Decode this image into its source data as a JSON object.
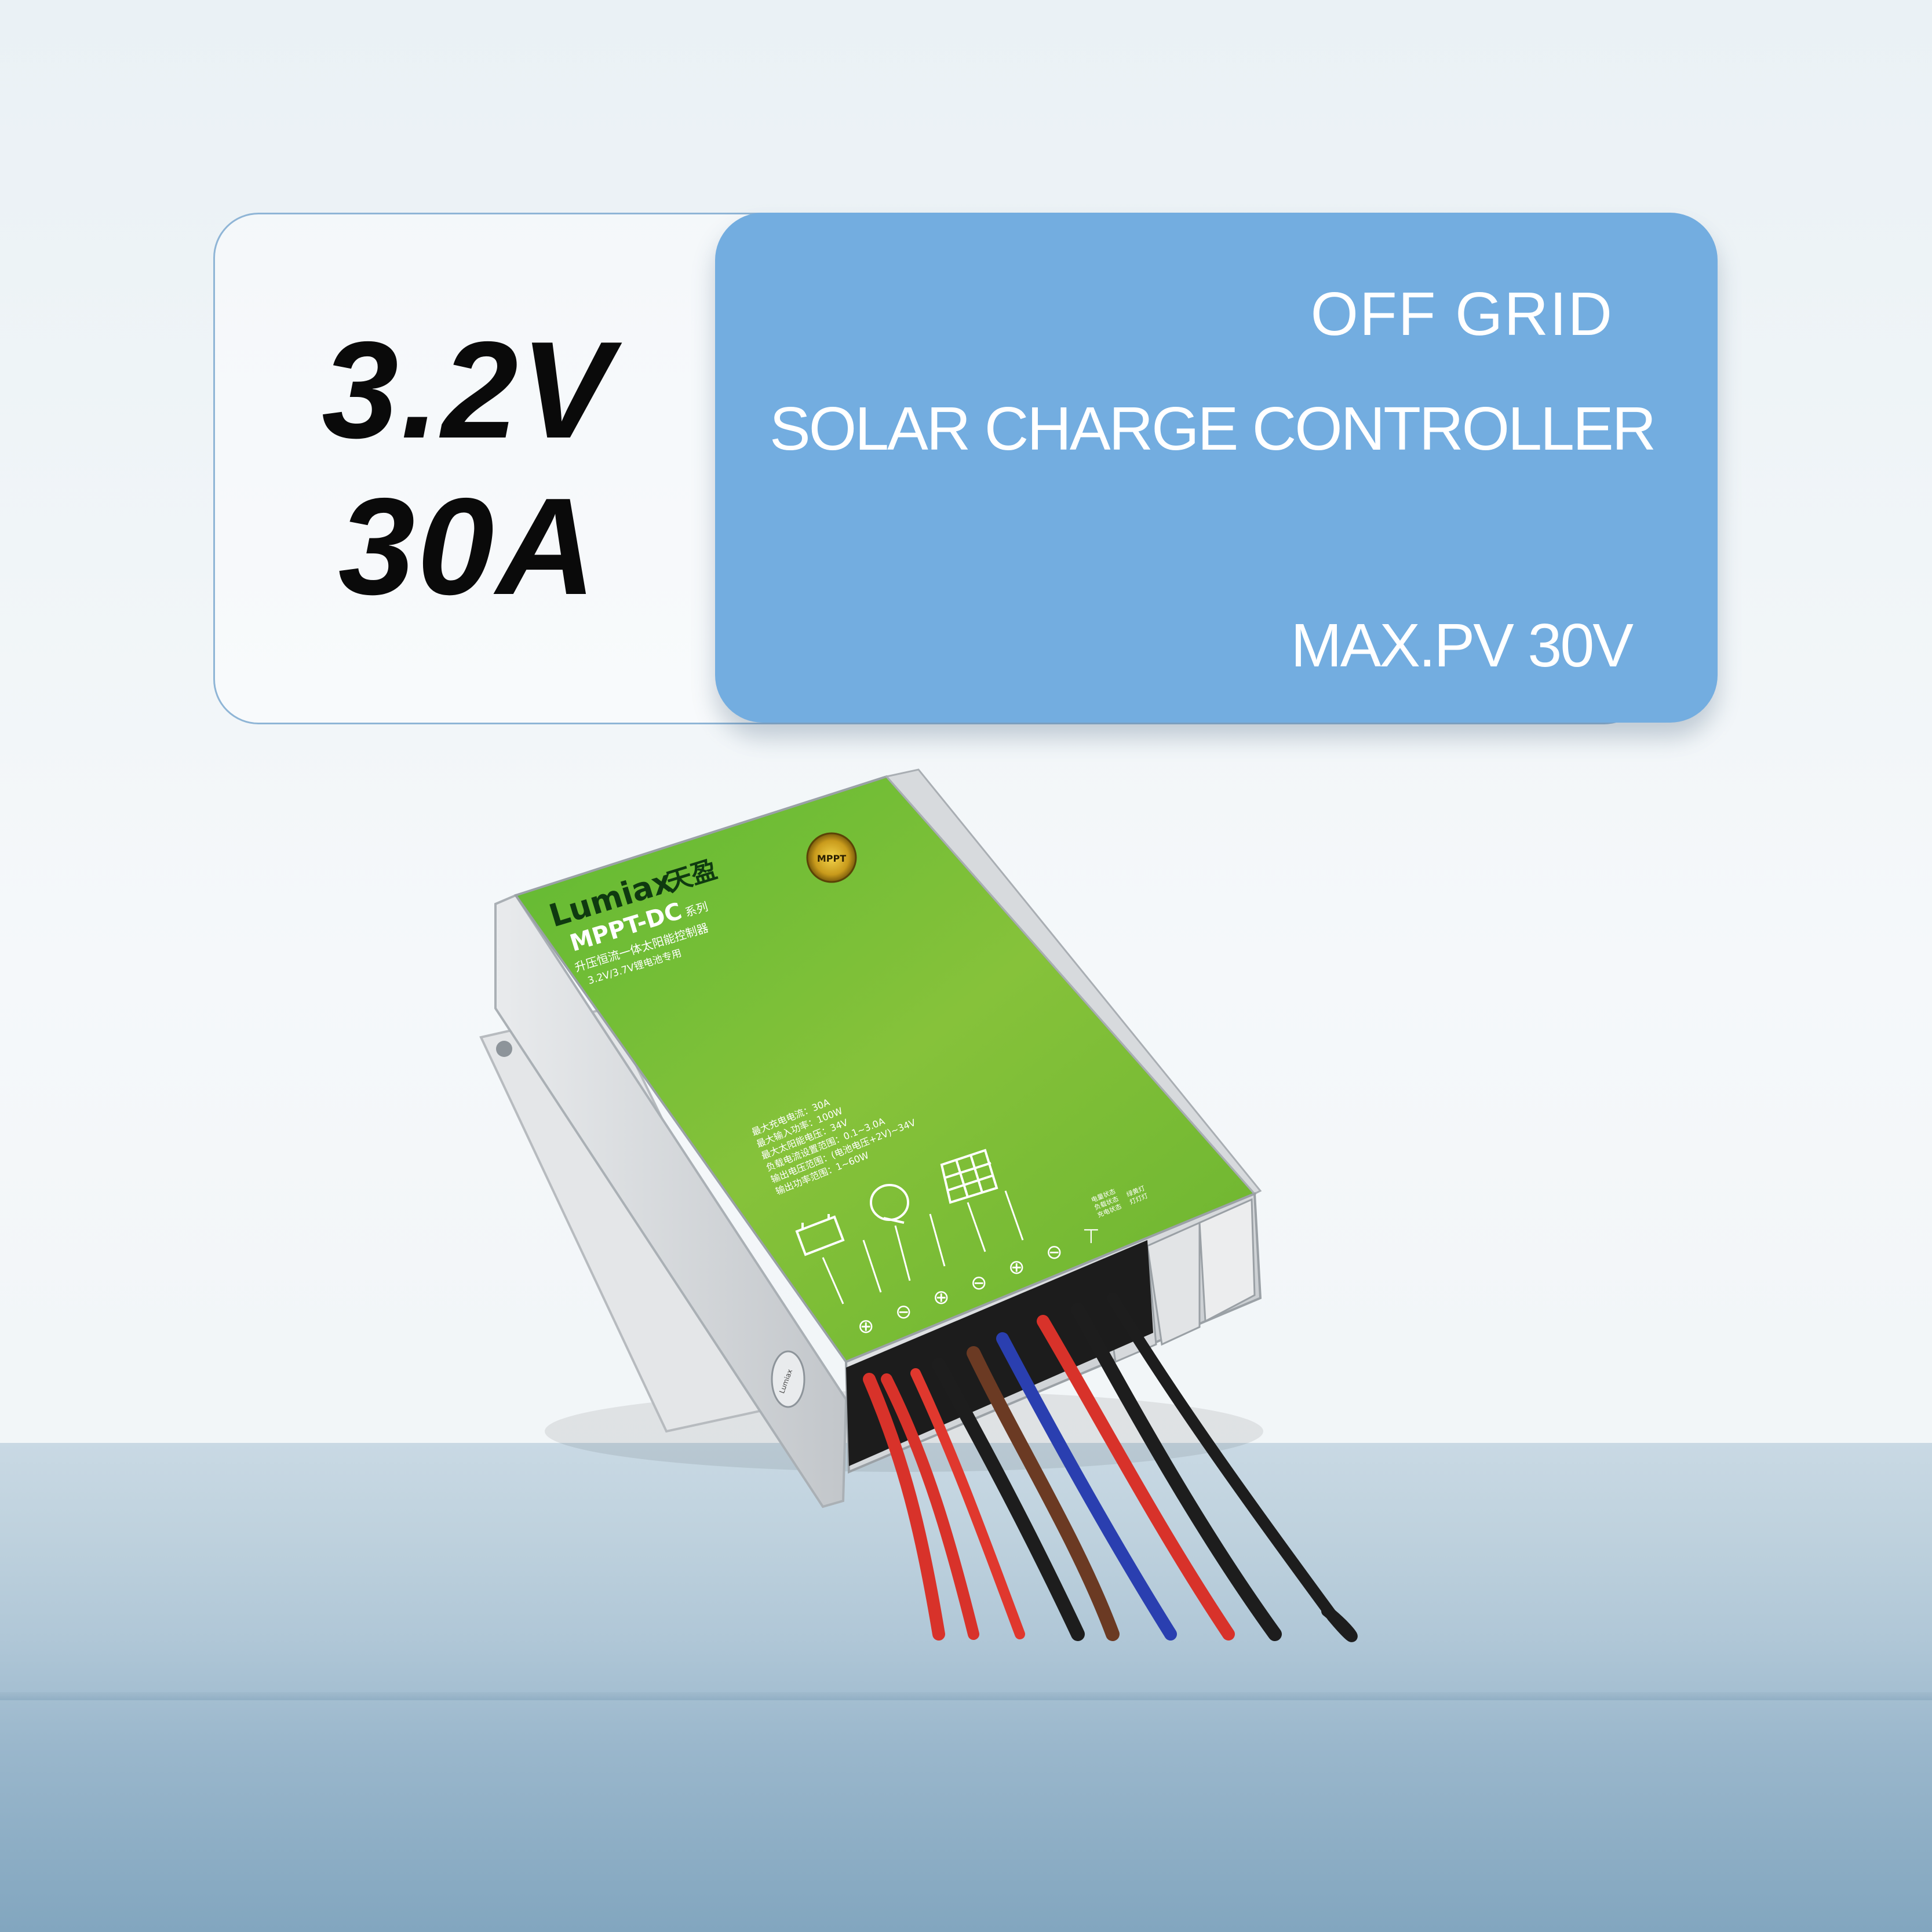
{
  "spec": {
    "voltage": "3.2V",
    "current": "30A"
  },
  "panel": {
    "line1": "OFF  GRID",
    "line2": "SOLAR CHARGE CONTROLLER",
    "line3": "MAX.PV  30V"
  },
  "product": {
    "brand": "Lumiax",
    "brand_cn": "天盈",
    "model": "MPPT-DC",
    "model_suffix": "系列",
    "subtitle_cn": "升压恒流一体太阳能控制器",
    "subtitle2_cn": "3.2V/3.7V锂电池专用",
    "badge": "MPPT",
    "specs_cn": [
      "最大充电电流：30A",
      "最大输入功率：100W",
      "最大太阳能电压：34V",
      "负载电流设置范围：0.1~3.0A",
      "输出电压范围：(电池电压+2V)~34V",
      "输出功率范围：1~60W"
    ],
    "indicators_cn": [
      "电量状态",
      "负载状态",
      "充电状态"
    ],
    "lights_cn": [
      "绿黄灯",
      "灯灯灯"
    ],
    "side_badge": "Lumiax",
    "colors": {
      "label_green": "#7fc13a",
      "label_green_dark": "#5aa82c",
      "housing": "#d9dcdf",
      "wire_red": "#d8322a",
      "wire_black": "#1d1d1d",
      "wire_blue": "#2a3fb0",
      "wire_brown": "#6b3a23"
    },
    "terminal_icons": [
      "battery-icon",
      "lamp-icon",
      "solar-panel-icon"
    ],
    "terminal_polarity": [
      "⊕",
      "⊖",
      "⊕",
      "⊖",
      "⊕",
      "⊖",
      "⊤"
    ]
  }
}
